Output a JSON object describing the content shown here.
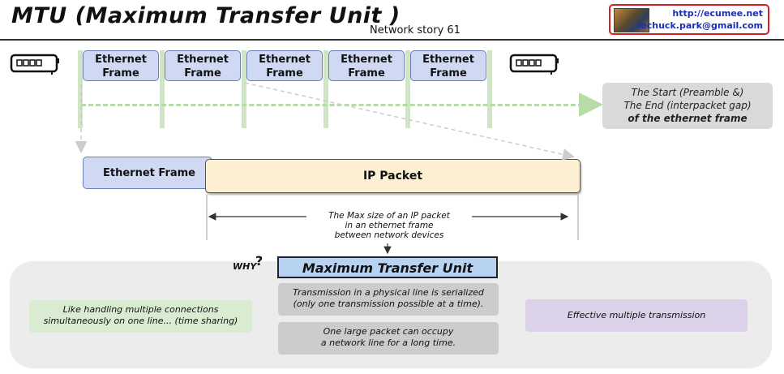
{
  "header": {
    "title": "MTU (Maximum Transfer Unit )",
    "subtitle": "Network story 61",
    "logo_url": "http://ecumee.net",
    "logo_email": "lechuck.park@gmail.com"
  },
  "frames": [
    "Ethernet\nFrame",
    "Ethernet\nFrame",
    "Ethernet\nFrame",
    "Ethernet\nFrame",
    "Ethernet\nFrame"
  ],
  "gap_note": {
    "line1": "The Start (Preamble &)",
    "line2": "The End (interpacket gap)",
    "line3": "of the ethernet frame"
  },
  "packet": {
    "ethernet_label": "Ethernet Frame",
    "ip_label": "IP Packet",
    "max_size_line1": "The Max size of an IP packet",
    "max_size_line2": "in an ethernet frame",
    "max_size_line3": "between network devices"
  },
  "mtu": {
    "title": "Maximum Transfer Unit",
    "why": "WHY"
  },
  "flow": {
    "left_line1": "Like handling multiple connections",
    "left_line2": "simultaneously on one line... (time sharing)",
    "top_line1": "Transmission in a physical line is serialized",
    "top_line2": "(only one transmission possible at a time).",
    "bottom_line1": "One large packet can occupy",
    "bottom_line2": "a network line for a long time.",
    "right": "Effective multiple transmission"
  },
  "colors": {
    "frame_fill": "#cfd9f4",
    "ip_fill": "#fdf0d2",
    "mtu_fill": "#b7d3f1",
    "green_fill": "#d9ecd1",
    "purple_fill": "#dbd2ea",
    "gap_line": "#b7dca8",
    "logo_border": "#d61f1f"
  },
  "icons": [
    "switch-left-icon",
    "switch-right-icon",
    "logo-image"
  ]
}
